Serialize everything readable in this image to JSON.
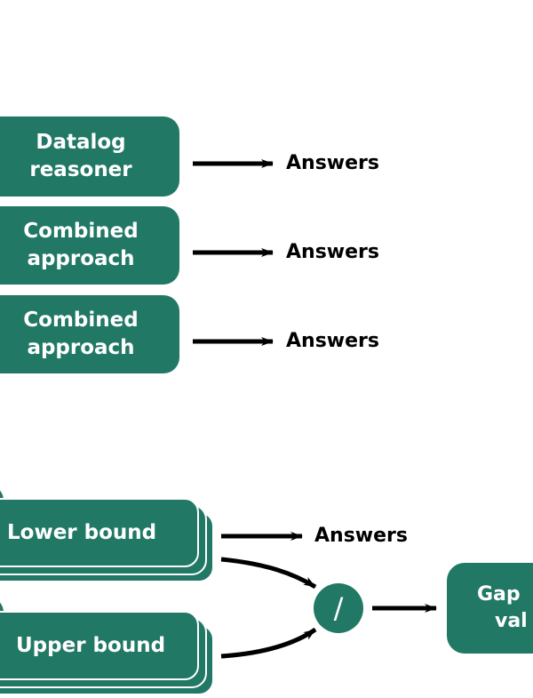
{
  "colors": {
    "box_fill": "#217865",
    "box_text": "#ffffff",
    "arrow": "#000000",
    "stack_edge": "#ffffff"
  },
  "top_rows": [
    {
      "box_lines": [
        "Datalog",
        "reasoner"
      ],
      "output": "Answers"
    },
    {
      "box_lines": [
        "Combined",
        "approach"
      ],
      "output": "Answers"
    },
    {
      "box_lines": [
        "Combined",
        "approach"
      ],
      "output": "Answers"
    }
  ],
  "bottom": {
    "lower_bound_label": "Lower bound",
    "upper_bound_label": "Upper bound",
    "lower_output": "Answers",
    "operator_symbol": "/",
    "result_lines": [
      "Gap",
      "val"
    ]
  }
}
